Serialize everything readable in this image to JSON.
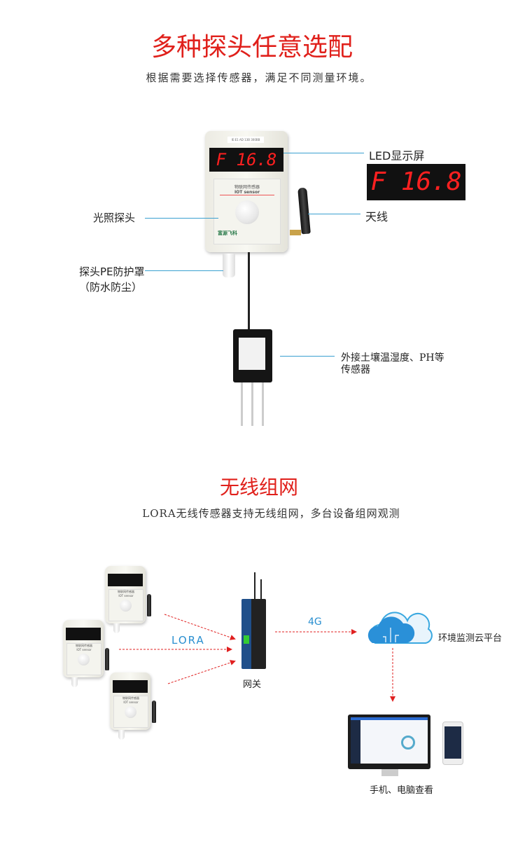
{
  "section1": {
    "title": "多种探头任意选配",
    "subtitle": "根据需要选择传感器，满足不同测量环境。",
    "device": {
      "top_label": "IE:E1 AD 13B 300BB",
      "led_value": "F 16.8",
      "panel_cn": "物联网传感器",
      "panel_en": "IOT sensor",
      "brand": "富源飞科"
    },
    "callouts": {
      "led": "LED显示屏",
      "led_zoom_value": "F 16.8",
      "antenna": "天线",
      "light_probe": "光照探头",
      "pe_cover_line1": "探头PE防护罩",
      "pe_cover_line2": "（防水防尘）",
      "external_line1": "外接土壤温湿度、PH等",
      "external_line2": "传感器"
    }
  },
  "section2": {
    "title": "无线组网",
    "subtitle": "LORA无线传感器支持无线组网，多台设备组网观测",
    "lora": "LORA",
    "fourg": "4G",
    "gateway": "网关",
    "cloud": "环境监测云平台",
    "view": "手机、电脑查看",
    "mini_device": {
      "panel_cn": "物联网传感器",
      "panel_en": "IOT sensor"
    }
  },
  "colors": {
    "title_red": "#e0201b",
    "line_blue": "#3aa0d0",
    "arrow_red": "#e02020"
  }
}
